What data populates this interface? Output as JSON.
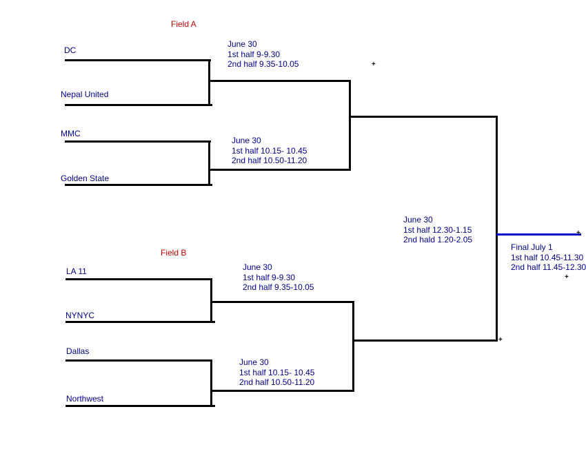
{
  "colors": {
    "bracket_line": "#000000",
    "champion_line_blue": "#0000c8",
    "team_text_navy": "#00008b",
    "field_label_red": "#c00000",
    "background": "#ffffff"
  },
  "bracket": {
    "field_a": {
      "label": "Field A",
      "matches": [
        {
          "team1": "DC",
          "team2": "Nepal United",
          "schedule": [
            "June 30",
            "1st half 9-9.30",
            "2nd half 9.35-10.05"
          ]
        },
        {
          "team1": "MMC",
          "team2": "Golden State",
          "schedule": [
            "June 30",
            "1st half 10.15- 10.45",
            "2nd half 10.50-11.20"
          ]
        }
      ]
    },
    "field_b": {
      "label": "Field B",
      "matches": [
        {
          "team1": "LA 11",
          "team2": "NYNYC",
          "schedule": [
            "June 30",
            "1st half 9-9.30",
            "2nd half 9.35-10.05"
          ]
        },
        {
          "team1": "Dallas",
          "team2": "Northwest",
          "schedule": [
            "June 30",
            "1st half 10.15- 10.45",
            "2nd half 10.50-11.20"
          ]
        }
      ]
    },
    "semifinal": {
      "schedule": [
        "June 30",
        "1st half 12.30-1.15",
        "2nd hald 1.20-2.05"
      ]
    },
    "final": {
      "schedule": [
        "Final July 1",
        "1st half 10.45-11.30",
        "2nd half 11.45-12.30"
      ]
    }
  },
  "markers": {
    "plus": "+"
  }
}
